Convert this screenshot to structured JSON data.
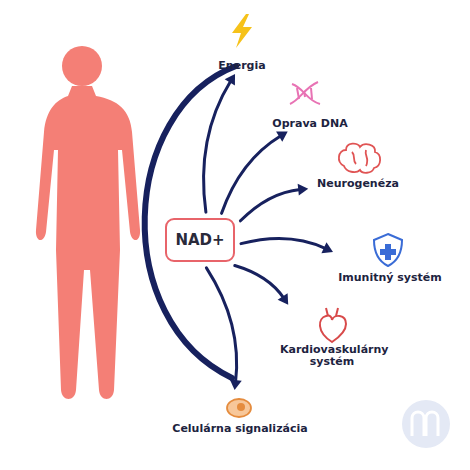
{
  "diagram": {
    "nodes": [
      {
        "text": [
          "NAD+"
        ]
      },
      {
        "text": [
          "Energia"
        ]
      },
      {
        "text": [
          "Oprava DNA"
        ]
      },
      {
        "text": [
          "Neurogenéza"
        ]
      },
      {
        "text": [
          "Imunitný systém"
        ]
      },
      {
        "text": [
          "Kardiovaskulárny systém"
        ]
      },
      {
        "text": [
          "Celulárna signalizácia"
        ]
      }
    ],
    "edges": [
      {
        "from": 0,
        "to": 1,
        "arrow": "to"
      },
      {
        "from": 0,
        "to": 2,
        "arrow": "to"
      },
      {
        "from": 0,
        "to": 3,
        "arrow": "to"
      },
      {
        "from": 0,
        "to": 4,
        "arrow": "to"
      },
      {
        "from": 0,
        "to": 5,
        "arrow": "to"
      },
      {
        "from": 0,
        "to": 6,
        "arrow": "to"
      }
    ]
  }
}
